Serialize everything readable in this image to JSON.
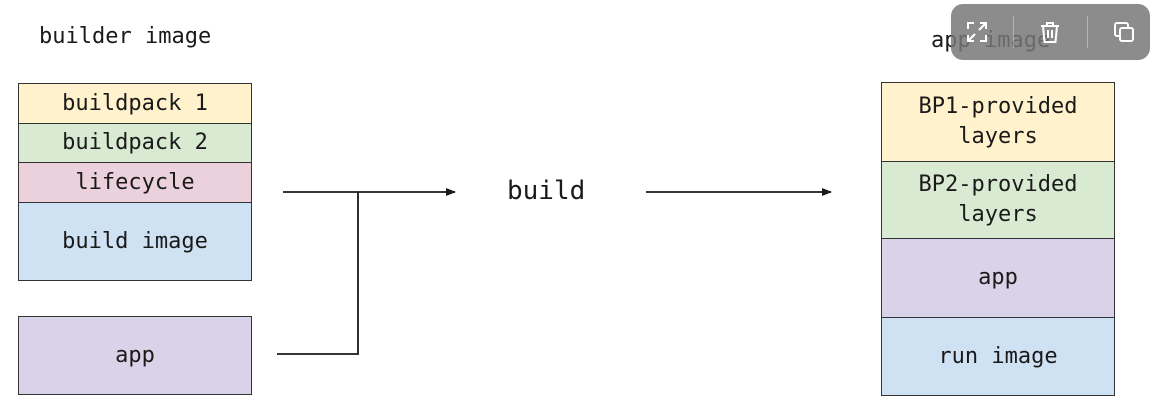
{
  "builder": {
    "title": "builder image",
    "layers": [
      {
        "label": "buildpack 1",
        "color": "#fff2cc"
      },
      {
        "label": "buildpack 2",
        "color": "#d9ead3"
      },
      {
        "label": "lifecycle",
        "color": "#ead1dc"
      },
      {
        "label": "build image",
        "color": "#cfe2f3"
      }
    ]
  },
  "app_source": {
    "label": "app",
    "color": "#d9d2e9"
  },
  "process": {
    "label": "build"
  },
  "output": {
    "title": "app image",
    "layers": [
      {
        "label": "BP1-provided\nlayers",
        "color": "#fff2cc"
      },
      {
        "label": "BP2-provided\nlayers",
        "color": "#d9ead3"
      },
      {
        "label": "app",
        "color": "#d9d2e9"
      },
      {
        "label": "run image",
        "color": "#cfe2f3"
      }
    ]
  },
  "toolbar": {
    "icons": [
      "expand-icon",
      "trash-icon",
      "copy-icon"
    ]
  }
}
